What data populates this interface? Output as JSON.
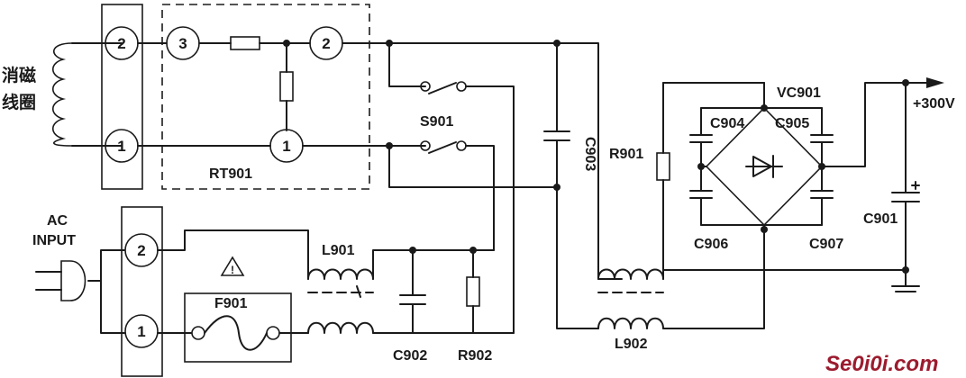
{
  "labels": {
    "coil_text_1": "消磁",
    "coil_text_2": "线圈",
    "rt901": "RT901",
    "s901": "S901",
    "c903": "C903",
    "r901": "R901",
    "vc901": "VC901",
    "plus300": "+300V",
    "c904": "C904",
    "c905": "C905",
    "c906": "C906",
    "c907": "C907",
    "c901": "C901",
    "ac": "AC",
    "input": "INPUT",
    "l901": "L901",
    "f901": "F901",
    "l902": "L902",
    "c902": "C902",
    "r902": "R902",
    "warning": "!",
    "watermark": "Se0i0i.com"
  },
  "pins": {
    "degauss_top": "2",
    "degauss_bottom": "1",
    "rt_pin3": "3",
    "rt_pin2": "2",
    "rt_pin1": "1",
    "ac_top": "2",
    "ac_bottom": "1"
  },
  "colors": {
    "line": "#1a1a1a",
    "watermark": "#9c1b2e",
    "background": "#ffffff"
  }
}
